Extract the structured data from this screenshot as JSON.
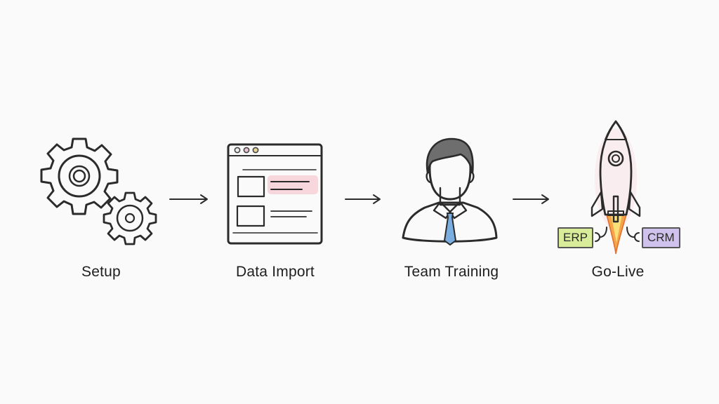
{
  "diagram": {
    "type": "process-flow",
    "steps": [
      {
        "id": "setup",
        "label": "Setup",
        "icon": "gears-icon"
      },
      {
        "id": "data-import",
        "label": "Data Import",
        "icon": "browser-window-icon"
      },
      {
        "id": "team-training",
        "label": "Team Training",
        "icon": "person-icon"
      },
      {
        "id": "go-live",
        "label": "Go-Live",
        "icon": "rocket-icon"
      }
    ],
    "connectors": [
      {
        "from": "setup",
        "to": "data-import",
        "type": "arrow"
      },
      {
        "from": "data-import",
        "to": "team-training",
        "type": "arrow"
      },
      {
        "from": "team-training",
        "to": "go-live",
        "type": "arrow"
      }
    ],
    "integrations": {
      "left": {
        "label": "ERP",
        "color": "#d9ec9a"
      },
      "right": {
        "label": "CRM",
        "color": "#cfc3ee"
      }
    },
    "colors": {
      "background": "#fafafa",
      "stroke": "#2b2b2b",
      "highlight_pink": "#f6d3d8",
      "panel_blue": "#d6e8f2",
      "tie_blue": "#7aaee0",
      "flame_orange": "#f6a54a"
    }
  }
}
